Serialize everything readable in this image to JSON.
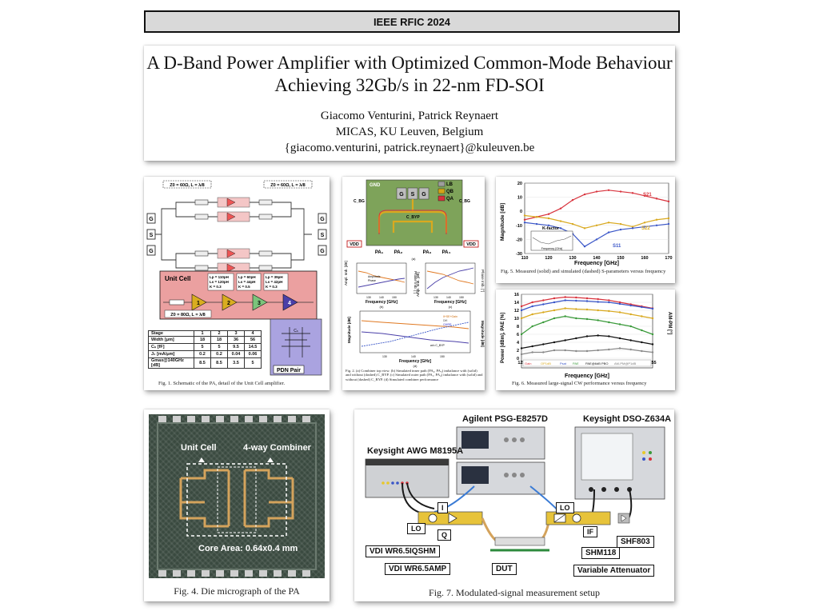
{
  "banner": "IEEE RFIC 2024",
  "title_line1": "A D-Band Power Amplifier with Optimized Common-Mode Behaviour",
  "title_line2": "Achieving 32Gb/s in 22-nm FD-SOI",
  "authors": "Giacomo Venturini, Patrick Reynaert",
  "affiliation": "MICAS, KU Leuven, Belgium",
  "email": "{giacomo.venturini, patrick.reynaert}@kuleuven.be",
  "fig1": {
    "caption": "Fig. 1.  Schematic of the PA, detail of the Unit Cell amplifier.",
    "tline_left": "Z0 = 60Ω, L = λ/8",
    "tline_right": "Z0 = 60Ω, L = λ/8",
    "tline_unit": "Z0 = 80Ω, L = λ/8",
    "unit_cell": "Unit Cell",
    "pdn_pair": "PDN Pair",
    "cn": "Cₙ",
    "gsg": [
      "G",
      "S",
      "G"
    ],
    "trafo1": [
      "Lp = 110pH",
      "Ls = 120pH",
      "K = 0.3"
    ],
    "trafo2": [
      "Lp = 60pH",
      "Ls = 44pH",
      "K = 0.5"
    ],
    "trafo3": [
      "Lp = 39pH",
      "Ls = 42pH",
      "K = 0.3"
    ],
    "stages": [
      "1",
      "2",
      "3",
      "4"
    ],
    "table": {
      "header": [
        "Stage",
        "1",
        "2",
        "3",
        "4"
      ],
      "rows": [
        [
          "Width [μm]",
          "18",
          "18",
          "36",
          "56"
        ],
        [
          "Cₙ [fF]",
          "5",
          "5",
          "9.5",
          "14.5"
        ],
        [
          "J₀ [mA/μm]",
          "0.2",
          "0.2",
          "0.04",
          "0.06"
        ],
        [
          "Gmax@140GHz [dB]",
          "8.5",
          "8.5",
          "3.5",
          "5"
        ]
      ]
    }
  },
  "fig2": {
    "caption": "Fig. 2.  (a) Combiner top view. (b) Simulated inner path (PA₂, PA₃) imbalance with (solid) and without (dashed) C_BYP. (c) Simulated outer path (PA₁, PA₄) imbalance with (solid) and without (dashed) C_BYP. (d) Simulated combiner performance",
    "gnd": "GND",
    "legend": [
      "LB",
      "QB",
      "QA"
    ],
    "legend_colors": [
      "#9e9e9e",
      "#d4a418",
      "#d8323c"
    ],
    "gsg": [
      "G",
      "S",
      "G"
    ],
    "cbyp": "C_BYP",
    "cbg": "C_BG",
    "vdd": "VDD",
    "pa": [
      "PA₁",
      "PA₂",
      "PA₃",
      "PA₄"
    ],
    "sub": [
      "(a)",
      "(b)",
      "(c)",
      "(d)"
    ],
    "ampl_label": "Ampl. Imb. [dB]",
    "phase_label": "Phase Imb. [°]",
    "freq_label": "Frequency [GHz]",
    "mag_label": "Magnitude [dB]",
    "amp_legend": [
      "Amplitude",
      "Phase"
    ],
    "d_legend": [
      "Il+SE+Gain",
      "Diff.",
      "CMRR"
    ],
    "wo_cbyp": "w/o C_BYP",
    "xticks": [
      "130",
      "140",
      "150"
    ]
  },
  "fig5": {
    "caption": "Fig. 5.  Measured (solid) and simulated (dashed) S-parameters versus frequency",
    "ylabel": "Magnitude [dB]",
    "xlabel": "Frequency [GHz]",
    "kfactor": "K-factor",
    "kfactor_x": "Frequency [GHz]",
    "labels": [
      "S21",
      "S22",
      "S11"
    ]
  },
  "fig6": {
    "caption": "Fig. 6.  Measured large-signal CW performance versus frequency",
    "ylabel": "Power [dBm], PAE [%]",
    "y2label": "AM-PM [°]",
    "xlabel": "Frequency [GHz]",
    "legend": [
      "Gain",
      "OP1dB",
      "Psat",
      "PAE",
      "PAE@6dB PBO",
      "AM-PM@P1dB"
    ]
  },
  "fig4": {
    "caption": "Fig. 4.  Die micrograph of the PA",
    "unit_cell": "Unit Cell",
    "combiner": "4-way Combiner",
    "core_area": "Core Area: 0.64x0.4 mm"
  },
  "fig7": {
    "caption": "Fig. 7.  Modulated-signal measurement setup",
    "agilent": "Agilent PSG-E8257D",
    "keysight_dso": "Keysight DSO-Z634A",
    "keysight_awg": "Keysight AWG M8195A",
    "i": "I",
    "q": "Q",
    "lo1": "LO",
    "lo2": "LO",
    "if": "IF",
    "vdi1": "VDI WR6.5IQSHM",
    "vdi2": "VDI WR6.5AMP",
    "dut": "DUT",
    "shm": "SHM118",
    "shf": "SHF803",
    "atten": "Variable Attenuator"
  },
  "chart_data": [
    {
      "type": "line",
      "title": "",
      "xlabel": "Frequency [GHz]",
      "ylabel": "Magnitude [dB]",
      "xlim": [
        110,
        170
      ],
      "ylim": [
        -30,
        20
      ],
      "x": [
        110,
        115,
        120,
        125,
        130,
        135,
        140,
        145,
        150,
        155,
        160,
        165,
        170
      ],
      "series": [
        {
          "name": "S21",
          "values": [
            -6,
            -4,
            -2,
            2,
            8,
            12,
            14,
            15,
            14,
            13,
            11,
            9,
            7
          ]
        },
        {
          "name": "S22",
          "values": [
            -3,
            -4,
            -5,
            -7,
            -9,
            -12,
            -10,
            -8,
            -9,
            -11,
            -8,
            -6,
            -5
          ]
        },
        {
          "name": "S11",
          "values": [
            -8,
            -9,
            -10,
            -12,
            -16,
            -25,
            -20,
            -15,
            -13,
            -12,
            -11,
            -10,
            -9
          ]
        }
      ]
    },
    {
      "type": "line",
      "title": "",
      "xlabel": "Frequency [GHz]",
      "ylabel": "Power [dBm], PAE [%]",
      "xlim": [
        125,
        155
      ],
      "ylim": [
        0,
        16
      ],
      "x": [
        125,
        127.5,
        130,
        132.5,
        135,
        137.5,
        140,
        142.5,
        145,
        147.5,
        150,
        152.5,
        155
      ],
      "series": [
        {
          "name": "Gain",
          "values": [
            13,
            14,
            14.5,
            15,
            15.3,
            15.2,
            15,
            14.8,
            14.5,
            14,
            13.5,
            13,
            12.5
          ]
        },
        {
          "name": "OP1dB",
          "values": [
            10,
            11,
            11.5,
            12,
            12.5,
            12.3,
            12.2,
            12,
            11.8,
            11.5,
            11,
            10.5,
            10
          ]
        },
        {
          "name": "Psat",
          "values": [
            12,
            13,
            13.5,
            14,
            14.5,
            14.4,
            14.3,
            14.1,
            14,
            13.6,
            13.2,
            12.8,
            12.4
          ]
        },
        {
          "name": "PAE",
          "values": [
            6,
            8,
            9,
            10,
            10.5,
            10,
            9.8,
            9.5,
            9,
            8.5,
            8,
            7,
            6
          ]
        },
        {
          "name": "PAE@6dB PBO",
          "values": [
            2.5,
            3,
            3.5,
            4,
            4.5,
            5,
            5.5,
            5.7,
            5.5,
            5,
            4.5,
            4,
            3.5
          ]
        },
        {
          "name": "AM-PM@P1dB",
          "values": [
            1,
            1.5,
            1.5,
            2,
            2,
            1.8,
            1.8,
            2,
            2.2,
            2.5,
            2.2,
            1.8,
            1.5
          ]
        }
      ]
    }
  ]
}
